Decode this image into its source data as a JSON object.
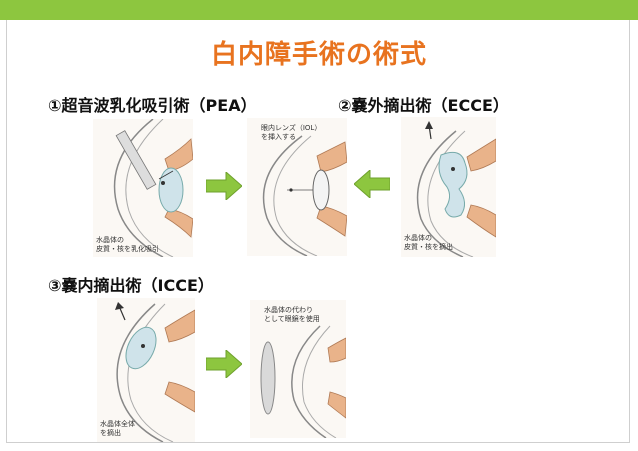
{
  "title": "白内障手術の術式",
  "sections": {
    "pea": {
      "label": "①超音波乳化吸引術（PEA）",
      "caption": "水晶体の\n皮質・核を乳化吸引",
      "result_caption": "眼内レンズ（IOL）\nを挿入する"
    },
    "ecce": {
      "label": "②嚢外摘出術（ECCE）",
      "caption": "水晶体の\n皮質・核を摘出"
    },
    "icce": {
      "label": "③嚢内摘出術（ICCE）",
      "caption": "水晶体全体\nを摘出",
      "result_caption": "水晶体の代わり\nとして眼鏡を使用"
    }
  },
  "colors": {
    "accent_bar": "#8dc63f",
    "title": "#e8731f",
    "arrow": "#8dc63f",
    "iris": "#e9b38a",
    "lens": "#cfe3ea"
  }
}
